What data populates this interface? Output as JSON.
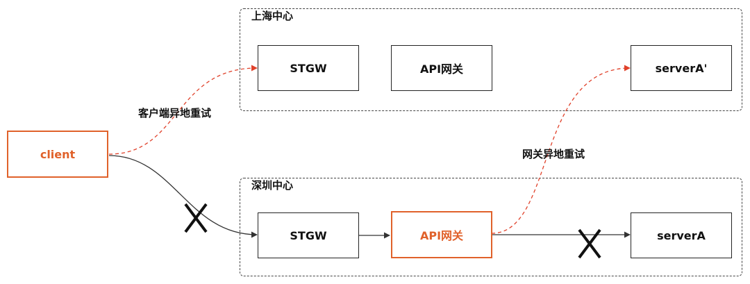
{
  "colors": {
    "highlight": "#e0612a",
    "retry_line": "#e0412a",
    "line": "#333333"
  },
  "regions": {
    "shanghai": {
      "label": "上海中心"
    },
    "shenzhen": {
      "label": "深圳中心"
    }
  },
  "nodes": {
    "client": "client",
    "sh_stgw": "STGW",
    "sh_api_gateway": "API网关",
    "sh_server": "serverA'",
    "sz_stgw": "STGW",
    "sz_api_gateway": "API网关",
    "sz_server": "serverA"
  },
  "edge_labels": {
    "client_retry": "客户端异地重试",
    "gateway_retry": "网关异地重试"
  },
  "failure_icons": [
    "x-mark",
    "x-mark"
  ]
}
